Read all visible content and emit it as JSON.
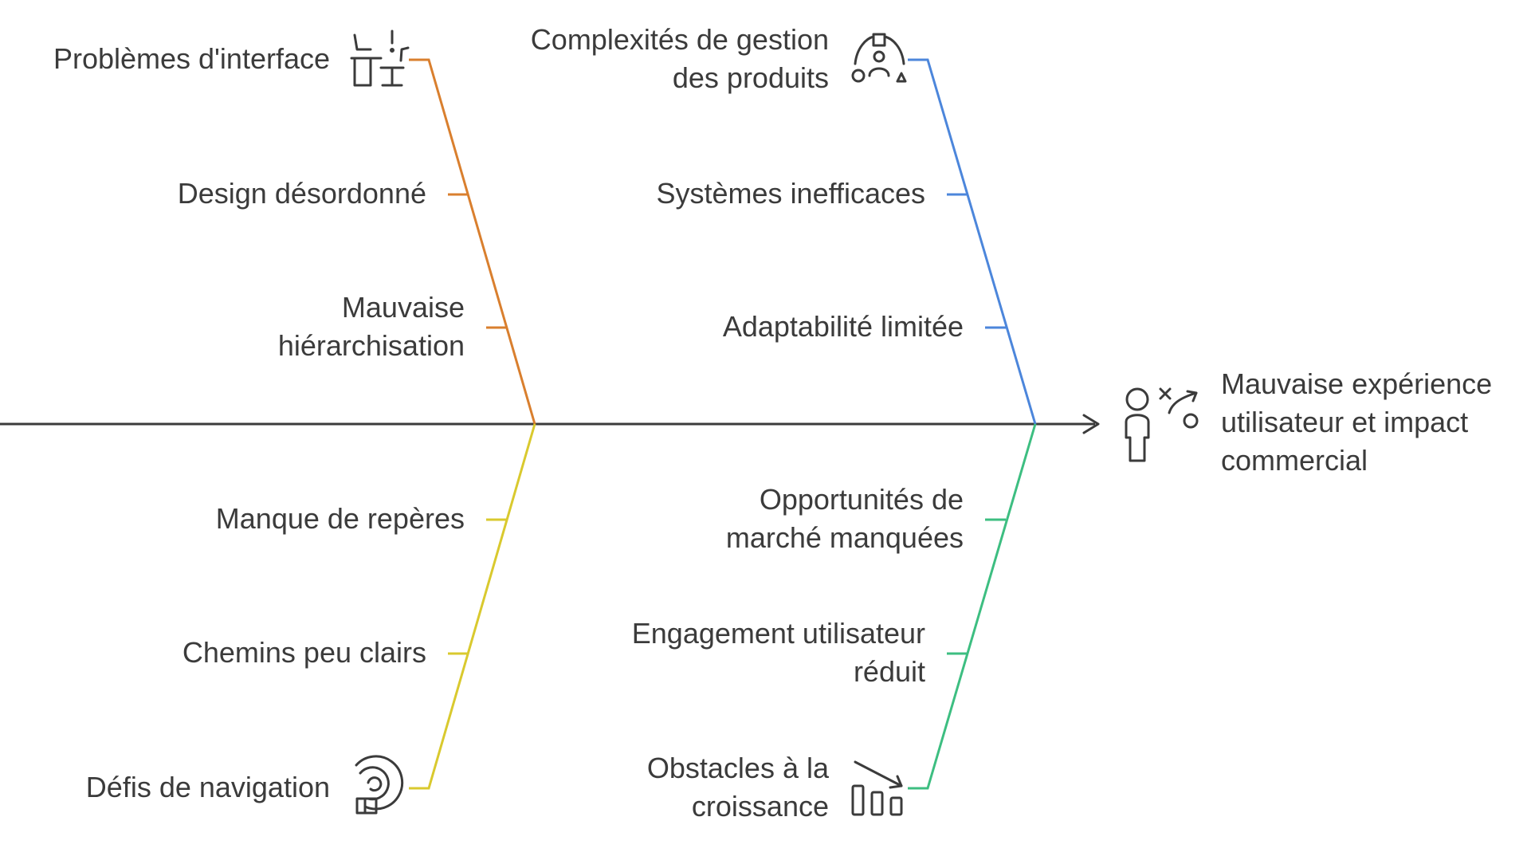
{
  "effect": {
    "lines": [
      "Mauvaise expérience",
      "utilisateur et impact",
      "commercial"
    ],
    "icon": "user-x-arrow-icon"
  },
  "branches": [
    {
      "id": "interface",
      "color": "#D97F2E",
      "category": {
        "lines": [
          "Problèmes d'interface"
        ],
        "icon": "desk-alert-icon"
      },
      "causes": [
        {
          "lines": [
            "Design désordonné"
          ]
        },
        {
          "lines": [
            "Mauvaise",
            "hiérarchisation"
          ]
        }
      ]
    },
    {
      "id": "products",
      "color": "#4C86DB",
      "category": {
        "lines": [
          "Complexités de gestion",
          "des produits"
        ],
        "icon": "shapes-person-icon"
      },
      "causes": [
        {
          "lines": [
            "Systèmes inefficaces"
          ]
        },
        {
          "lines": [
            "Adaptabilité limitée"
          ]
        }
      ]
    },
    {
      "id": "navigation",
      "color": "#D9C92E",
      "category": {
        "lines": [
          "Défis de navigation"
        ],
        "icon": "navigation-maze-icon"
      },
      "causes": [
        {
          "lines": [
            "Manque de repères"
          ]
        },
        {
          "lines": [
            "Chemins peu clairs"
          ]
        }
      ]
    },
    {
      "id": "growth",
      "color": "#3DBE81",
      "category": {
        "lines": [
          "Obstacles à la",
          "croissance"
        ],
        "icon": "declining-bars-icon"
      },
      "causes": [
        {
          "lines": [
            "Opportunités de",
            "marché manquées"
          ]
        },
        {
          "lines": [
            "Engagement utilisateur",
            "réduit"
          ]
        }
      ]
    }
  ],
  "spine_color": "#3b3b3b"
}
